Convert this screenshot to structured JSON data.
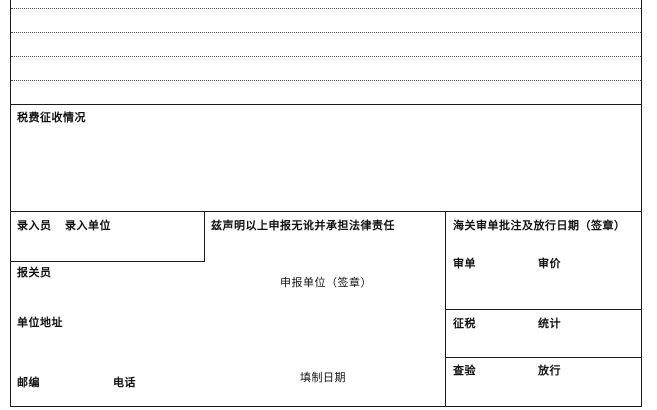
{
  "tax_section": {
    "title": "税费征收情况"
  },
  "left_section": {
    "entry_clerk": "录入员",
    "entry_unit": "录入单位",
    "declarant": "报关员",
    "unit_address": "单位地址",
    "postcode": "邮编",
    "phone": "电话"
  },
  "middle_section": {
    "declaration": "兹声明以上申报无讹并承担法律责任",
    "declaring_unit": "申报单位（签章）",
    "fill_date": "填制日期"
  },
  "right_section": {
    "approval_title": "海关审单批注及放行日期（签章）",
    "review": "审单",
    "price_review": "审价",
    "tax_collection": "征税",
    "statistics": "统计",
    "inspection": "查验",
    "release": "放行"
  }
}
